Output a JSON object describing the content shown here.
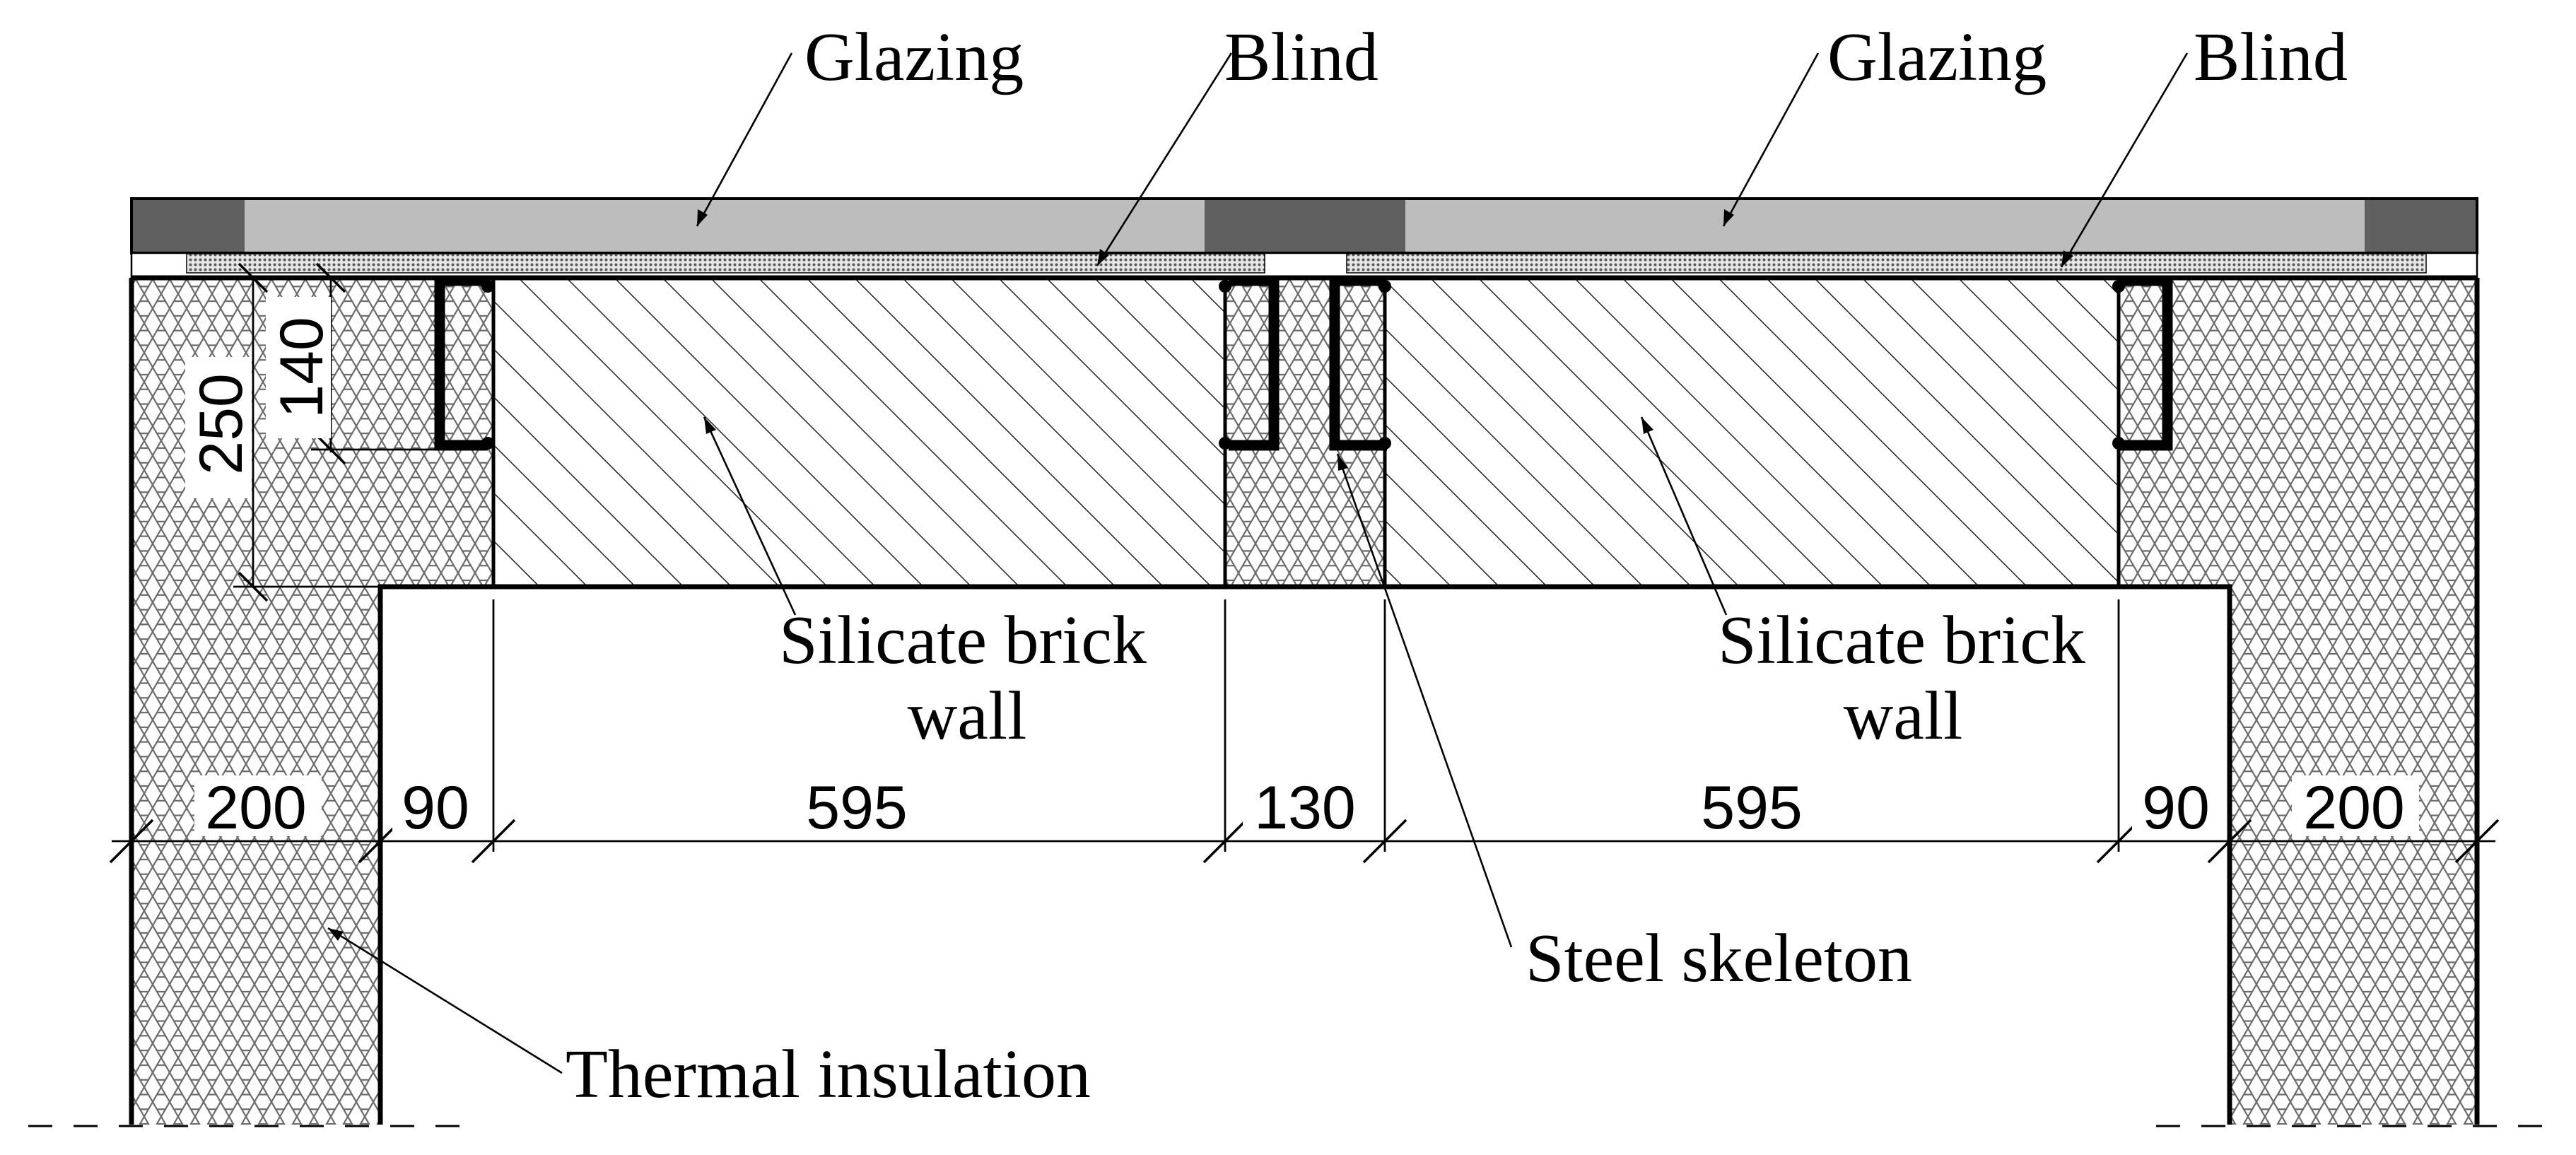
{
  "labels": {
    "glazing_left": "Glazing",
    "blind_left": "Blind",
    "glazing_right": "Glazing",
    "blind_right": "Blind",
    "wall_left_line1": "Silicate brick",
    "wall_left_line2": "wall",
    "wall_right_line1": "Silicate brick",
    "wall_right_line2": "wall",
    "steel": "Steel skeleton",
    "insulation": "Thermal insulation"
  },
  "dimensions": {
    "h_left_outer": "200",
    "h_left_strip": "90",
    "h_left_wall": "595",
    "h_middle": "130",
    "h_right_wall": "595",
    "h_right_strip": "90",
    "h_right_outer": "200",
    "v_small": "140",
    "v_large": "250"
  },
  "colors": {
    "frame": "#5f5f5f",
    "glass": "#bdbdbd",
    "blind": "#d4d4d4",
    "line": "#000000",
    "background": "#ffffff"
  }
}
